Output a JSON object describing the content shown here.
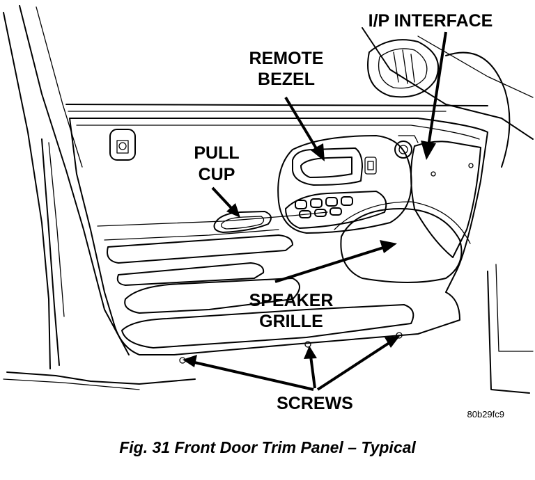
{
  "labels": {
    "ip_interface": "I/P INTERFACE",
    "remote_bezel_line1": "REMOTE",
    "remote_bezel_line2": "BEZEL",
    "pull_cup_line1": "PULL",
    "pull_cup_line2": "CUP",
    "speaker_grille_line1": "SPEAKER",
    "speaker_grille_line2": "GRILLE",
    "screws": "SCREWS"
  },
  "figure_code": "80b29fc9",
  "caption": "Fig. 31 Front Door Trim Panel – Typical"
}
